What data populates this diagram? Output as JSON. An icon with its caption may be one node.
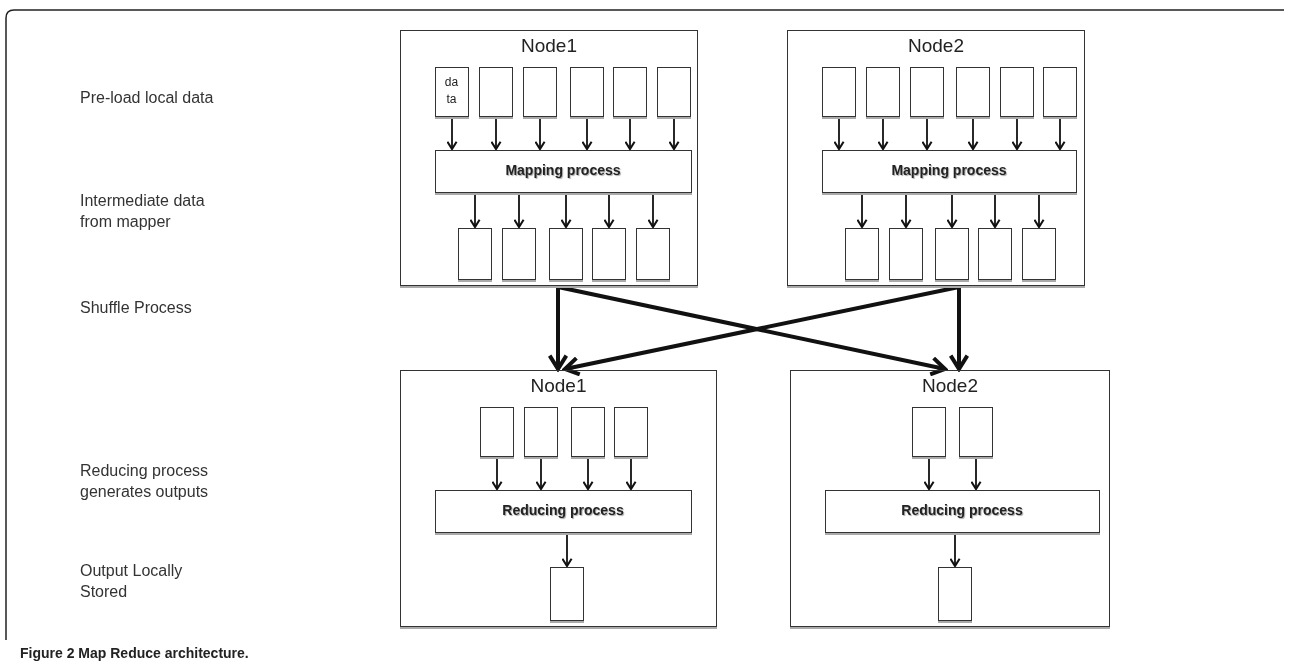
{
  "diagram": {
    "caption": "Figure 2 Map Reduce architecture.",
    "nodes": [
      {
        "text": [
          "Node1"
        ]
      },
      {
        "text": [
          "data"
        ],
        "in": 0
      },
      {
        "text": [],
        "shape": "box",
        "in": 0
      },
      {
        "text": [],
        "shape": "box",
        "in": 0
      },
      {
        "text": [],
        "shape": "box",
        "in": 0
      },
      {
        "text": [],
        "shape": "box",
        "in": 0
      },
      {
        "text": [],
        "shape": "box",
        "in": 0
      },
      {
        "text": [
          "Mapping process"
        ],
        "in": 0
      },
      {
        "text": [],
        "shape": "box",
        "in": 0
      },
      {
        "text": [],
        "shape": "box",
        "in": 0
      },
      {
        "text": [],
        "shape": "box",
        "in": 0
      },
      {
        "text": [],
        "shape": "box",
        "in": 0
      },
      {
        "text": [],
        "shape": "box",
        "in": 0
      },
      {
        "text": [
          "Node2"
        ]
      },
      {
        "text": [],
        "shape": "box",
        "in": 13
      },
      {
        "text": [],
        "shape": "box",
        "in": 13
      },
      {
        "text": [],
        "shape": "box",
        "in": 13
      },
      {
        "text": [],
        "shape": "box",
        "in": 13
      },
      {
        "text": [],
        "shape": "box",
        "in": 13
      },
      {
        "text": [],
        "shape": "box",
        "in": 13
      },
      {
        "text": [
          "Mapping process"
        ],
        "in": 13
      },
      {
        "text": [],
        "shape": "box",
        "in": 13
      },
      {
        "text": [],
        "shape": "box",
        "in": 13
      },
      {
        "text": [],
        "shape": "box",
        "in": 13
      },
      {
        "text": [],
        "shape": "box",
        "in": 13
      },
      {
        "text": [],
        "shape": "box",
        "in": 13
      },
      {
        "text": [
          "Node1"
        ]
      },
      {
        "text": [],
        "shape": "box",
        "in": 26
      },
      {
        "text": [],
        "shape": "box",
        "in": 26
      },
      {
        "text": [],
        "shape": "box",
        "in": 26
      },
      {
        "text": [],
        "shape": "box",
        "in": 26
      },
      {
        "text": [
          "Reducing process"
        ],
        "in": 26
      },
      {
        "text": [],
        "shape": "box",
        "in": 26
      },
      {
        "text": [
          "Node2"
        ]
      },
      {
        "text": [],
        "shape": "box",
        "in": 33
      },
      {
        "text": [],
        "shape": "box",
        "in": 33
      },
      {
        "text": [
          "Reducing process"
        ],
        "in": 33
      },
      {
        "text": [],
        "shape": "box",
        "in": 33
      }
    ],
    "edges": [
      {
        "from": 1,
        "to": 7,
        "arrow": "to"
      },
      {
        "from": 2,
        "to": 7,
        "arrow": "to"
      },
      {
        "from": 3,
        "to": 7,
        "arrow": "to"
      },
      {
        "from": 4,
        "to": 7,
        "arrow": "to"
      },
      {
        "from": 5,
        "to": 7,
        "arrow": "to"
      },
      {
        "from": 6,
        "to": 7,
        "arrow": "to"
      },
      {
        "from": 7,
        "to": 8,
        "arrow": "to"
      },
      {
        "from": 7,
        "to": 9,
        "arrow": "to"
      },
      {
        "from": 7,
        "to": 10,
        "arrow": "to"
      },
      {
        "from": 7,
        "to": 11,
        "arrow": "to"
      },
      {
        "from": 7,
        "to": 12,
        "arrow": "to"
      },
      {
        "from": 14,
        "to": 20,
        "arrow": "to"
      },
      {
        "from": 15,
        "to": 20,
        "arrow": "to"
      },
      {
        "from": 16,
        "to": 20,
        "arrow": "to"
      },
      {
        "from": 17,
        "to": 20,
        "arrow": "to"
      },
      {
        "from": 18,
        "to": 20,
        "arrow": "to"
      },
      {
        "from": 19,
        "to": 20,
        "arrow": "to"
      },
      {
        "from": 20,
        "to": 21,
        "arrow": "to"
      },
      {
        "from": 20,
        "to": 22,
        "arrow": "to"
      },
      {
        "from": 20,
        "to": 23,
        "arrow": "to"
      },
      {
        "from": 20,
        "to": 24,
        "arrow": "to"
      },
      {
        "from": 20,
        "to": 25,
        "arrow": "to"
      },
      {
        "from": 0,
        "to": 26,
        "arrow": "to",
        "style": "thick"
      },
      {
        "from": 0,
        "to": 33,
        "arrow": "to",
        "style": "thick"
      },
      {
        "from": 13,
        "to": 26,
        "arrow": "to",
        "style": "thick"
      },
      {
        "from": 13,
        "to": 33,
        "arrow": "to",
        "style": "thick"
      },
      {
        "from": 27,
        "to": 31,
        "arrow": "to"
      },
      {
        "from": 28,
        "to": 31,
        "arrow": "to"
      },
      {
        "from": 29,
        "to": 31,
        "arrow": "to"
      },
      {
        "from": 30,
        "to": 31,
        "arrow": "to"
      },
      {
        "from": 31,
        "to": 32,
        "arrow": "to"
      },
      {
        "from": 34,
        "to": 36,
        "arrow": "to"
      },
      {
        "from": 35,
        "to": 36,
        "arrow": "to"
      },
      {
        "from": 36,
        "to": 37,
        "arrow": "to"
      }
    ],
    "labels": [
      "Pre-load local data",
      "Intermediate data from mapper",
      "Shuffle Process",
      "Reducing process generates outputs",
      "Output Locally Stored"
    ]
  }
}
